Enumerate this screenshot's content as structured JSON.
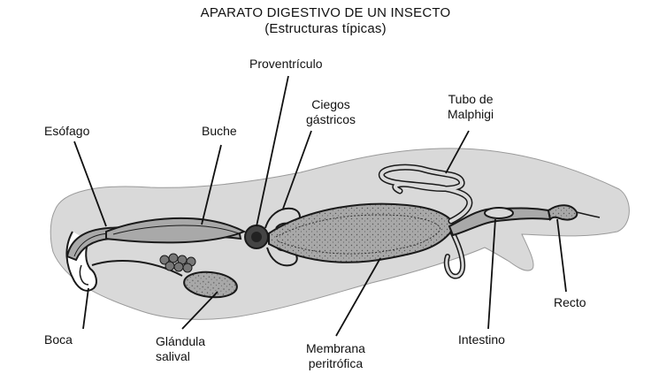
{
  "title": "APARATO DIGESTIVO DE UN INSECTO",
  "subtitle": "(Estructuras típicas)",
  "labels": {
    "proventriculo": "Proventrículo",
    "ciegos_line1": "Ciegos",
    "ciegos_line2": "gástricos",
    "tubo_line1": "Tubo de",
    "tubo_line2": "Malphigi",
    "esofago": "Esófago",
    "buche": "Buche",
    "recto": "Recto",
    "boca": "Boca",
    "glandula_line1": "Glándula",
    "glandula_line2": "salival",
    "membrana_line1": "Membrana",
    "membrana_line2": "peritrófica",
    "intestino": "Intestino"
  },
  "colors": {
    "body": "#d9d9d9",
    "outline": "#1a1a1a",
    "gut_fill": "#a9a9a9",
    "lumen": "#cfcfcf"
  }
}
